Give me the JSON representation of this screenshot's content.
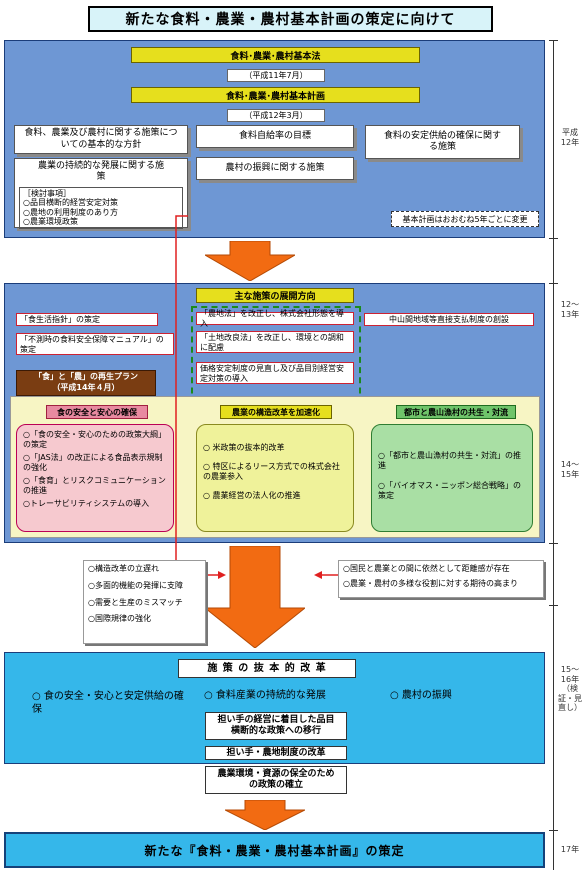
{
  "title": "新たな食料・農業・農村基本計画の策定に向けて",
  "section1": {
    "law": "食料･農業･農村基本法",
    "law_date": "（平成11年7月）",
    "plan": "食料･農業･農村基本計画",
    "plan_date": "（平成12年3月）",
    "box_policy": "食料、農業及び農村に関する施策についての基本的な方針",
    "box_self_sufficiency": "食料自給率の目標",
    "box_stable_supply": "食料の安定供給の確保に関する施策",
    "box_sustainable": "農業の持続的な発展に関する施策",
    "box_rural": "農村の振興に関する施策",
    "review_head": "［検討事項］",
    "review_items": [
      "○品目横断的経営安定対策",
      "○農地の利用制度のあり方",
      "○農業環境政策"
    ],
    "revise_note": "基本計画はおおむね5年ごとに変更",
    "year": "平成12年"
  },
  "section2": {
    "main_direction": "主な施策の展開方向",
    "diet_guide": "「食生活指針」の策定",
    "emergency_manual": "「不測時の食料安全保障マニュアル」の策定",
    "farmland_act": "「農地法」を改正し、株式会社形態を導入",
    "land_improvement": "「土地改良法」を改正し、環境との調和に配慮",
    "price_policy": "価格安定制度の見直し及び品目別経営安定対策の導入",
    "mountain_payment": "中山間地域等直接支払制度の創設",
    "regen_plan": "「食」と「農」の再生プラン",
    "regen_date": "（平成14年４月）",
    "col_safety_head": "食の安全と安心の確保",
    "col_safety_items": [
      "○「食の安全・安心のための政策大綱」の策定",
      "○「JAS法」の改正による食品表示規制の強化",
      "○「食育」とリスクコミュニケーションの推進",
      "○トレーサビリティシステムの導入"
    ],
    "col_structure_head": "農業の構造改革を加速化",
    "col_structure_items": [
      "○ 米政策の抜本的改革",
      "○ 特区によるリース方式での株式会社の農業参入",
      "○ 農業経営の法人化の推進"
    ],
    "col_urban_head": "都市と農山漁村の共生・対流",
    "col_urban_items": [
      "○「都市と農山漁村の共生・対流」の推進",
      "○「バイオマス・ニッポン総合戦略」の策定"
    ],
    "year_top": "12～13年",
    "year_mid": "14～15年"
  },
  "issues_left": [
    "○構造改革の立遅れ",
    "○多面的機能の発揮に支障",
    "○需要と生産のミスマッチ",
    "○国際規律の強化"
  ],
  "issues_right": [
    "○国民と農業との間に依然として距離感が存在",
    "○農業・農村の多様な役割に対する期待の高まり"
  ],
  "section3": {
    "head": "施 策 の 抜 本 的 改 革",
    "pillar1": "○ 食の安全・安心と安定供給の確保",
    "pillar2": "○ 食料産業の持続的な発展",
    "pillar3": "○ 農村の振興",
    "bar1": "担い手の経営に着目した品目横断的な政策への移行",
    "bar2": "担い手・農地制度の改革",
    "bar3": "農業環境・資源の保全のための政策の確立",
    "year": "15～16年（検証・見直し）"
  },
  "final": "新たな『食料・農業・農村基本計画』の策定",
  "final_year": "17年",
  "colors": {
    "panel_blue": "#6e97d4",
    "panel_cyan": "#35b7ea",
    "yellow": "#e6df1d",
    "arrow": "#f26b12",
    "red_line": "#e02020"
  }
}
